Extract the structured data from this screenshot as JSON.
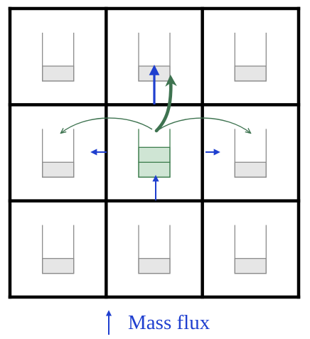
{
  "grid": {
    "rows": 3,
    "cols": 3,
    "center": {
      "row": 1,
      "col": 1,
      "stacked_blocks": 2
    },
    "other_cells_blocks": 1
  },
  "colors": {
    "grid_line": "#000000",
    "container_outline": "#8c8c8c",
    "container_fill": "#e6e6e6",
    "center_block_fill": "#cfe5d4",
    "center_block_outline": "#3e7d4e",
    "redistribution_arrow": "#3e7350",
    "mass_flux_arrow": "#1f3fcf"
  },
  "arrows": {
    "mass_flux": [
      "up-in-from-bottom",
      "up-out-to-top",
      "out-to-left",
      "out-to-right"
    ],
    "redistribution": [
      "to-left-neighbor",
      "to-right-neighbor",
      "to-top-neighbor"
    ]
  },
  "legend": {
    "label": "Mass flux"
  }
}
